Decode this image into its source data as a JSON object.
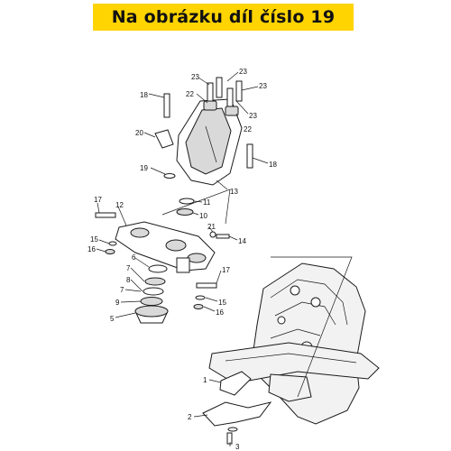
{
  "banner": {
    "text": "Na obrázku díl číslo 19",
    "color": "#ffd400"
  },
  "callouts": [
    {
      "id": "c23a",
      "text": "23"
    },
    {
      "id": "c23b",
      "text": "23"
    },
    {
      "id": "c23c",
      "text": "23"
    },
    {
      "id": "c23d",
      "text": "23"
    },
    {
      "id": "c22a",
      "text": "22"
    },
    {
      "id": "c22b",
      "text": "22"
    },
    {
      "id": "c18a",
      "text": "18"
    },
    {
      "id": "c18b",
      "text": "18"
    },
    {
      "id": "c20",
      "text": "20"
    },
    {
      "id": "c19",
      "text": "19"
    },
    {
      "id": "c13",
      "text": "13"
    },
    {
      "id": "c11",
      "text": "11"
    },
    {
      "id": "c10",
      "text": "10"
    },
    {
      "id": "c17a",
      "text": "17"
    },
    {
      "id": "c12",
      "text": "12"
    },
    {
      "id": "c21",
      "text": "21"
    },
    {
      "id": "c14",
      "text": "14"
    },
    {
      "id": "c15a",
      "text": "15"
    },
    {
      "id": "c16a",
      "text": "16"
    },
    {
      "id": "c6",
      "text": "6"
    },
    {
      "id": "c7a",
      "text": "7"
    },
    {
      "id": "c8",
      "text": "8"
    },
    {
      "id": "c7b",
      "text": "7"
    },
    {
      "id": "c9",
      "text": "9"
    },
    {
      "id": "c5",
      "text": "5"
    },
    {
      "id": "c17b",
      "text": "17"
    },
    {
      "id": "c15b",
      "text": "15"
    },
    {
      "id": "c16b",
      "text": "16"
    },
    {
      "id": "c1",
      "text": "1"
    },
    {
      "id": "c2",
      "text": "2"
    },
    {
      "id": "c3",
      "text": "3"
    }
  ]
}
